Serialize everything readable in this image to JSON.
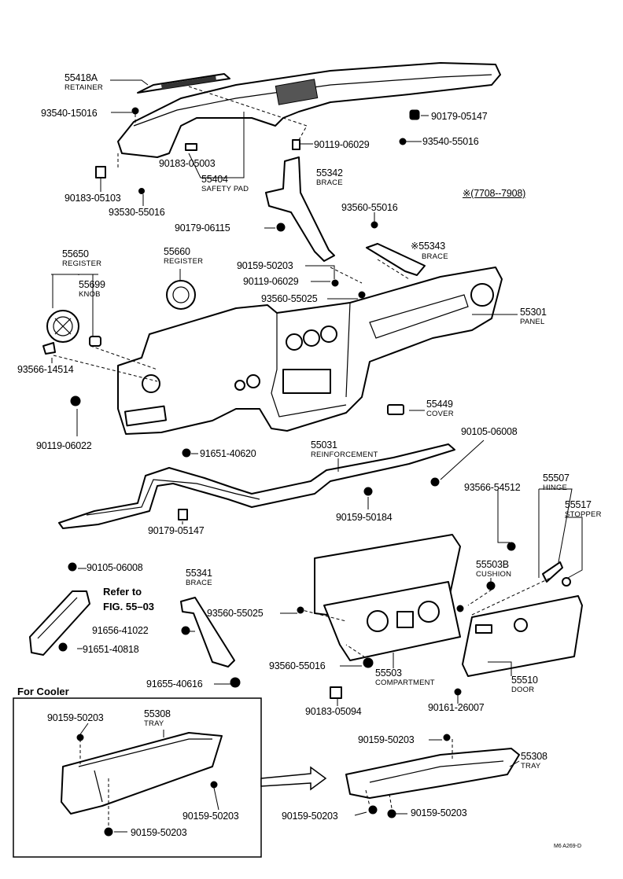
{
  "labels": {
    "p55418A": "55418A",
    "retainer": "RETAINER",
    "p93540_15016": "93540-15016",
    "p90179_05147_top": "90179-05147",
    "p90119_06029_top": "90119-06029",
    "p93540_55016": "93540-55016",
    "p90183_05003": "90183-05003",
    "p55404": "55404",
    "safety_pad": "SAFETY PAD",
    "p55342": "55342",
    "brace_55342": "BRACE",
    "p90183_05103": "90183-05103",
    "p93530_55016": "93530-55016",
    "range_note": "※(7708--7908)",
    "p90179_06115": "90179-06115",
    "p93560_55016_top": "93560-55016",
    "p55343": "※55343",
    "brace_55343": "BRACE",
    "p55650": "55650",
    "register_55650": "REGISTER",
    "p55660": "55660",
    "register_55660": "REGISTER",
    "p55699": "55699",
    "knob": "KNOB",
    "p90159_50203_mid": "90159-50203",
    "p90119_06029_mid": "90119-06029",
    "p93560_55025_mid": "93560-55025",
    "p55301": "55301",
    "panel": "PANEL",
    "p93566_14514": "93566-14514",
    "p55449": "55449",
    "cover": "COVER",
    "p90119_06022": "90119-06022",
    "p90105_06008_right": "90105-06008",
    "p55031": "55031",
    "reinforcement": "REINFORCEMENT",
    "p91651_40620": "91651-40620",
    "p93566_54512": "93566-54512",
    "p55507": "55507",
    "hinge": "HINGE",
    "p55517": "55517",
    "stopper": "STOPPER",
    "p90159_50184": "90159-50184",
    "p90179_05147_mid": "90179-05147",
    "p90105_06008_left": "90105-06008",
    "p55503B": "55503B",
    "cushion": "CUSHION",
    "p55341": "55341",
    "brace_55341": "BRACE",
    "refer_to": "Refer to",
    "fig": "FIG. 55–03",
    "p93560_55025_low": "93560-55025",
    "p91656_41022": "91656-41022",
    "p91651_40818": "91651-40818",
    "p93560_55016_low": "93560-55016",
    "p55503": "55503",
    "compartment": "COMPARTMENT",
    "p55510": "55510",
    "door": "DOOR",
    "p91655_40616": "91655-40616",
    "for_cooler": "For Cooler",
    "p90183_05094": "90183-05094",
    "p90161_26007": "90161-26007",
    "p90159_50203_c1": "90159-50203",
    "p55308_left": "55308",
    "tray_left": "TRAY",
    "p90159_50203_c2": "90159-50203",
    "p90159_50203_c3": "90159-50203",
    "p90159_50203_r1": "90159-50203",
    "p55308_right": "55308",
    "tray_right": "TRAY",
    "p90159_50203_r2": "90159-50203",
    "p90159_50203_r3": "90159-50203",
    "ref_code": "M6 A269-D"
  }
}
